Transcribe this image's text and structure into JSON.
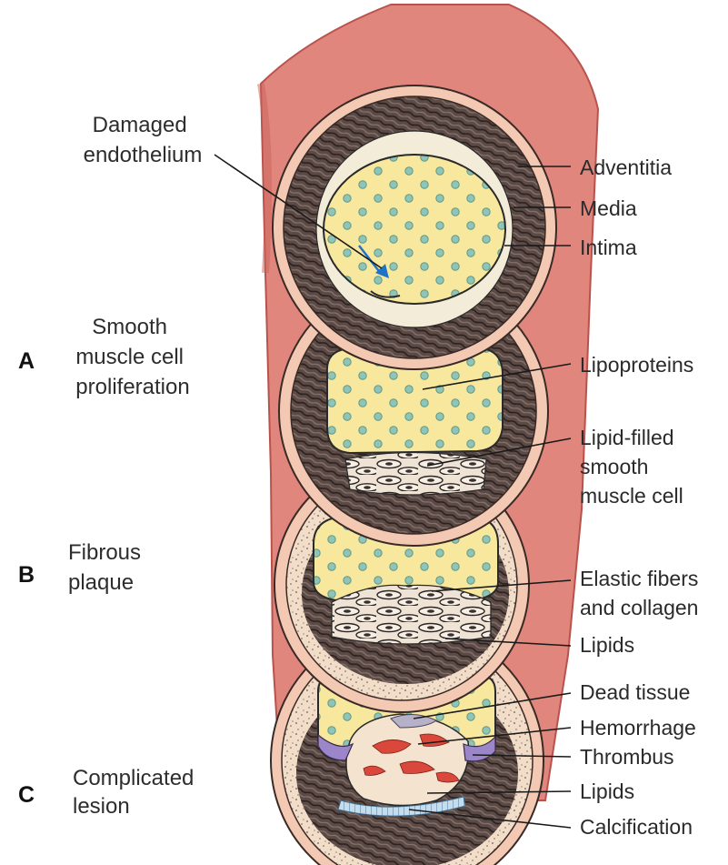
{
  "left_labels": {
    "damaged_endothelium": [
      "Damaged",
      "endothelium"
    ],
    "smooth_muscle": [
      "Smooth",
      "muscle cell",
      "proliferation"
    ],
    "fibrous_plaque": [
      "Fibrous",
      "plaque"
    ],
    "complicated_lesion": [
      "Complicated",
      "lesion"
    ]
  },
  "stages": {
    "a": "A",
    "b": "B",
    "c": "C"
  },
  "right_labels": {
    "adventitia": "Adventitia",
    "media": "Media",
    "intima": "Intima",
    "lipoproteins": "Lipoproteins",
    "lipid_filled": [
      "Lipid-filled",
      "smooth",
      "muscle cell"
    ],
    "elastic_fibers": [
      "Elastic fibers",
      "and collagen"
    ],
    "lipids_b": "Lipids",
    "dead_tissue": "Dead tissue",
    "hemorrhage": "Hemorrhage",
    "thrombus": "Thrombus",
    "lipids_c": "Lipids",
    "calcification": "Calcification"
  },
  "colors": {
    "artery_outer": "#e0857c",
    "artery_edge": "#c55a55",
    "adventitia": "#f4c9b4",
    "media": "#5a4a46",
    "lumen": "#f8e79a",
    "lipoprotein_dot": "#8ec2b4",
    "thrombus": "#9a86c8",
    "hemorrhage": "#d9483b",
    "calcification": "#a9c7dc",
    "endothelium_arrow": "#1e73c8"
  }
}
